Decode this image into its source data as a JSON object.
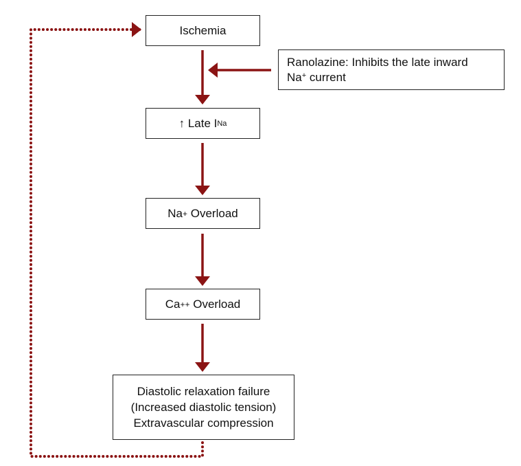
{
  "diagram": {
    "colors": {
      "arrow": "#8b1414",
      "border": "#222222"
    },
    "nodes": {
      "ischemia": {
        "label": "Ischemia"
      },
      "late_ina": {
        "arrow_symbol": "↑",
        "label": "Late I",
        "sub": "Na"
      },
      "na_overload": {
        "prefix": "Na",
        "sup": "+",
        "label": "Overload"
      },
      "ca_overload": {
        "prefix": "Ca",
        "sup": "++",
        "label": "Overload"
      },
      "diastolic": {
        "lines": [
          "Diastolic relaxation failure",
          "(Increased diastolic tension)",
          "Extravascular compression"
        ]
      }
    },
    "inhibitor": {
      "line1": "Ranolazine: Inhibits the late inward",
      "line2_prefix": "Na",
      "line2_sup": "+",
      "line2_rest": " current"
    }
  }
}
